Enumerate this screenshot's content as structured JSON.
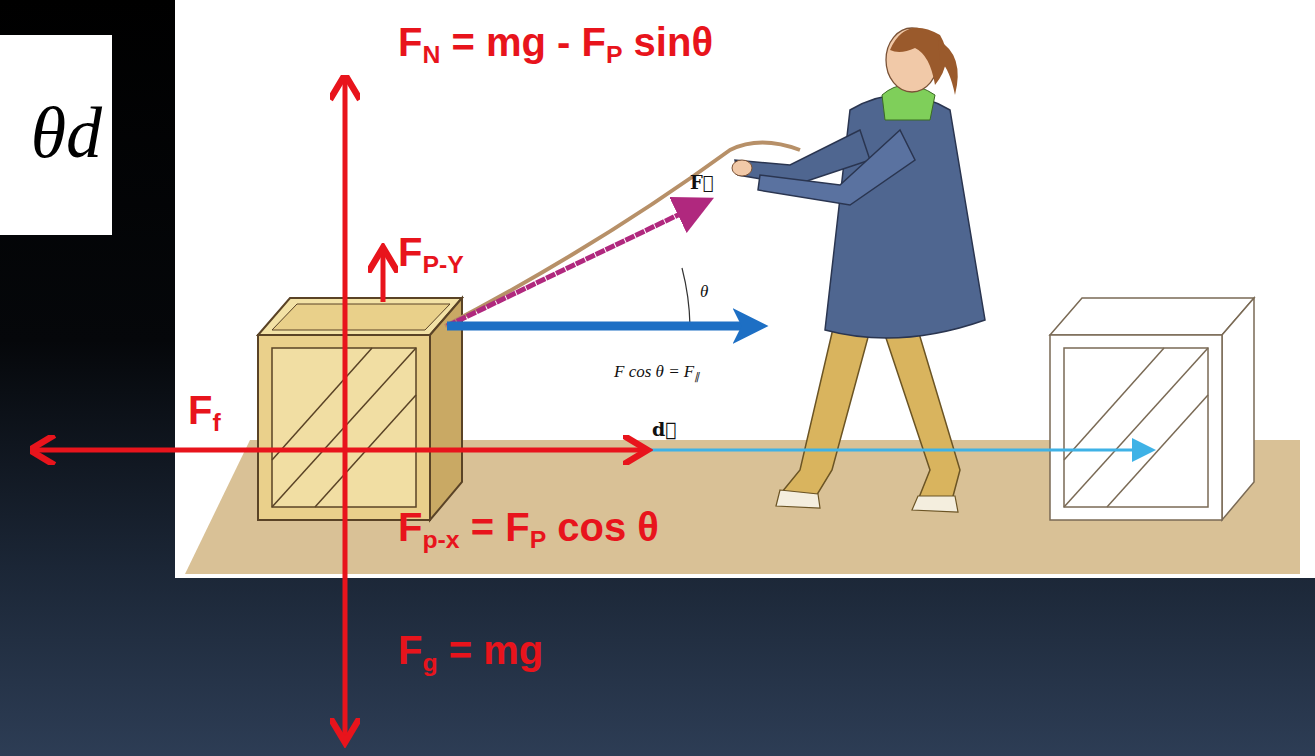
{
  "diagram": {
    "nodes": [
      {
        "text": [
          "θd"
        ]
      }
    ],
    "labels": [
      "FN = mg - FP sinθ",
      "FP-Y",
      "Ff",
      "Fp-x = FP cos θ",
      "Fg = mg",
      "F⃗",
      "θ",
      "F cos θ = F∥",
      "d⃗"
    ]
  }
}
